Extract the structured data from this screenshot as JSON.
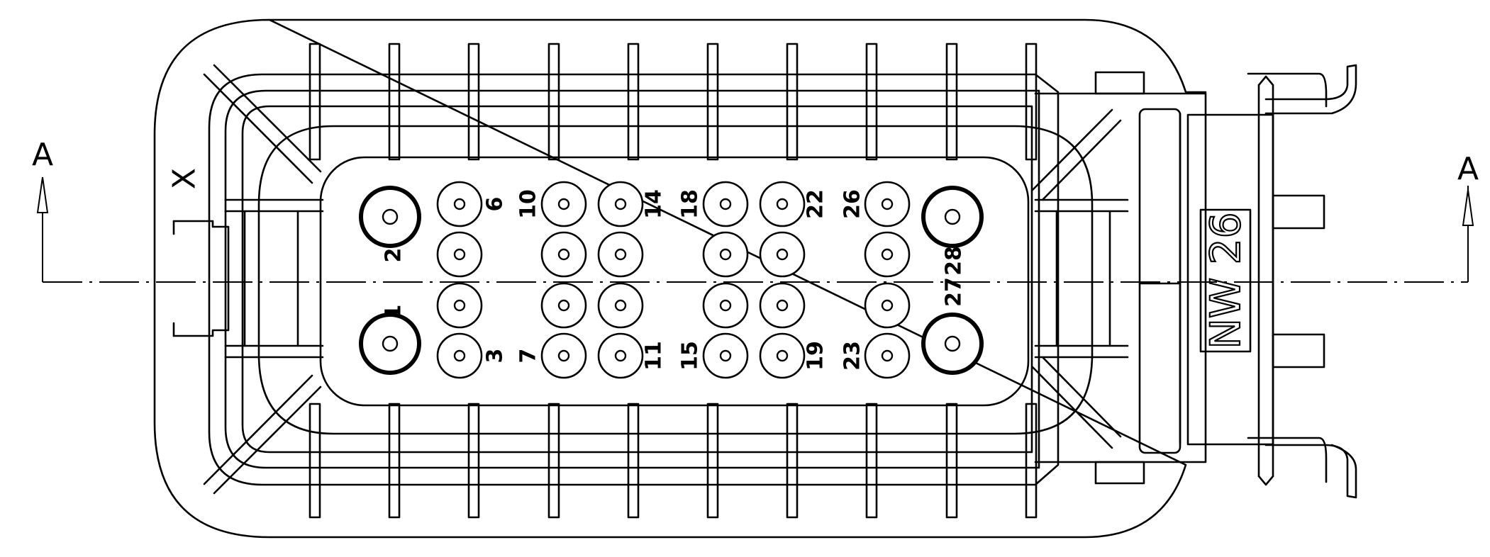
{
  "section_marker": "A",
  "side_mark": "X",
  "housing_code": "NW 26",
  "pins": [
    {
      "n": "1",
      "large": true
    },
    {
      "n": "2",
      "large": true
    },
    {
      "n": "3"
    },
    {
      "n": "6"
    },
    {
      "n": "7"
    },
    {
      "n": "10"
    },
    {
      "n": "11"
    },
    {
      "n": "14"
    },
    {
      "n": "15"
    },
    {
      "n": "18"
    },
    {
      "n": "19"
    },
    {
      "n": "22"
    },
    {
      "n": "23"
    },
    {
      "n": "26"
    },
    {
      "n": "27",
      "large": true
    },
    {
      "n": "28",
      "large": true
    }
  ]
}
